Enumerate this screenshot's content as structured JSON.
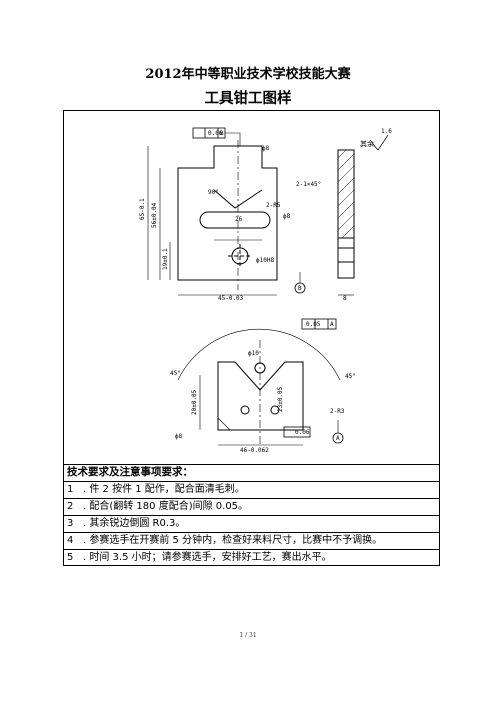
{
  "header": {
    "competition_title": "2012年中等职业技术学校技能大赛",
    "drawing_title": "工具钳工图样"
  },
  "drawing": {
    "part1": {
      "flatness_tol": "0.06",
      "flatness_ref": "B",
      "hole_top": "ф8",
      "chamfer": "2-1×45°",
      "angle": "90°",
      "r_label": "2-R5",
      "width_slot": "26",
      "hole_mid": "ф8",
      "hole_center": "ф10H8",
      "height_total": "65-0.1",
      "height_inner": "56±0.04",
      "height_lower": "19±0.1",
      "width_total": "45-0.03",
      "datum_b": "B",
      "thickness": "8",
      "roughness": "1.6",
      "rest_label": "其余"
    },
    "part2": {
      "parallel_tol": "0.05",
      "parallel_ref": "A",
      "hole_top": "ф10",
      "height_left": "20±0.05",
      "height_right": "23±0.05",
      "angle_left": "45°",
      "angle_right": "45°",
      "r_label": "2-R3",
      "hole_bottom": "ф8",
      "perp_tol": "0.06",
      "width_total": "46-0.062",
      "datum_a": "A"
    }
  },
  "notes": {
    "title": "技术要求及注意事项要求：",
    "items": [
      {
        "num": "1",
        "text": ". 件 2 按件 1 配作，配合面清毛刺。"
      },
      {
        "num": "2",
        "text": ". 配合(翻转 180 度配合)间隙 0.05。"
      },
      {
        "num": "3",
        "text": ". 其余锐边倒圆 R0.3。"
      },
      {
        "num": "4",
        "text": ". 参赛选手在开赛前 5 分钟内，检查好来料尺寸，比赛中不予调换。"
      },
      {
        "num": "5",
        "text": ". 时间 3.5 小时；请参赛选手，安排好工艺，赛出水平。"
      }
    ]
  },
  "footer": {
    "page": "1 / 31"
  }
}
